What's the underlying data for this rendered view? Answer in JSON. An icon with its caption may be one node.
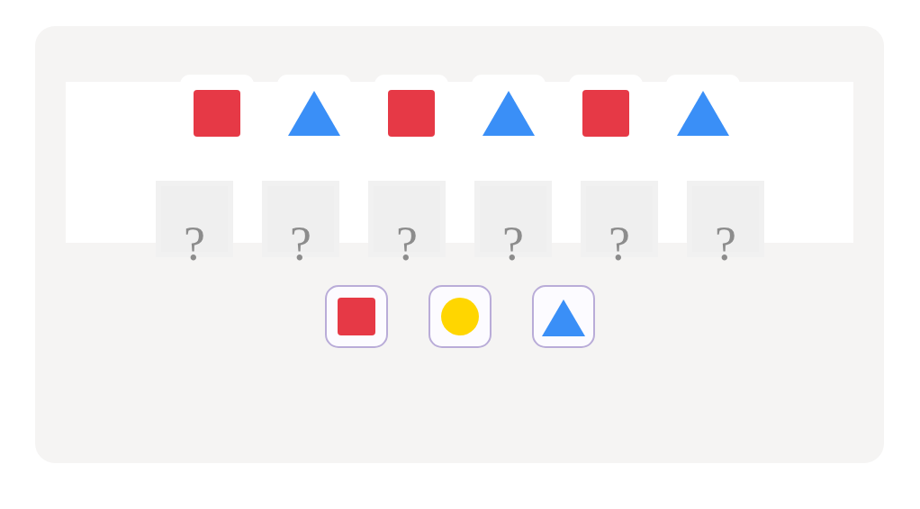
{
  "diagram": {
    "nodes": [
      {
        "text": [],
        "shape": "box"
      },
      {
        "text": [],
        "shape": "triangle"
      },
      {
        "text": [],
        "shape": "box"
      },
      {
        "text": [],
        "shape": "triangle"
      },
      {
        "text": [],
        "shape": "box"
      },
      {
        "text": [],
        "shape": "triangle"
      },
      {
        "text": [
          "?"
        ]
      },
      {
        "text": [
          "?"
        ]
      },
      {
        "text": [
          "?"
        ]
      },
      {
        "text": [
          "?"
        ]
      },
      {
        "text": [
          "?"
        ]
      },
      {
        "text": [
          "?"
        ]
      },
      {
        "text": [],
        "shape": "box"
      },
      {
        "text": [],
        "shape": "circle"
      },
      {
        "text": [],
        "shape": "triangle"
      }
    ]
  }
}
